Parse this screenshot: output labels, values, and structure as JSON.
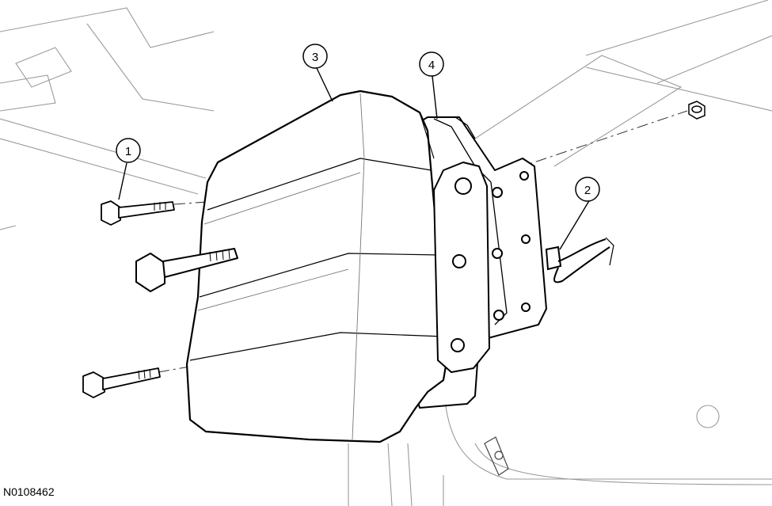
{
  "figure": {
    "id": "N0108462",
    "callouts": [
      {
        "number": "1",
        "target": "mounting-bolt"
      },
      {
        "number": "2",
        "target": "wiring-connector"
      },
      {
        "number": "3",
        "target": "module-housing"
      },
      {
        "number": "4",
        "target": "mounting-bracket"
      }
    ]
  }
}
